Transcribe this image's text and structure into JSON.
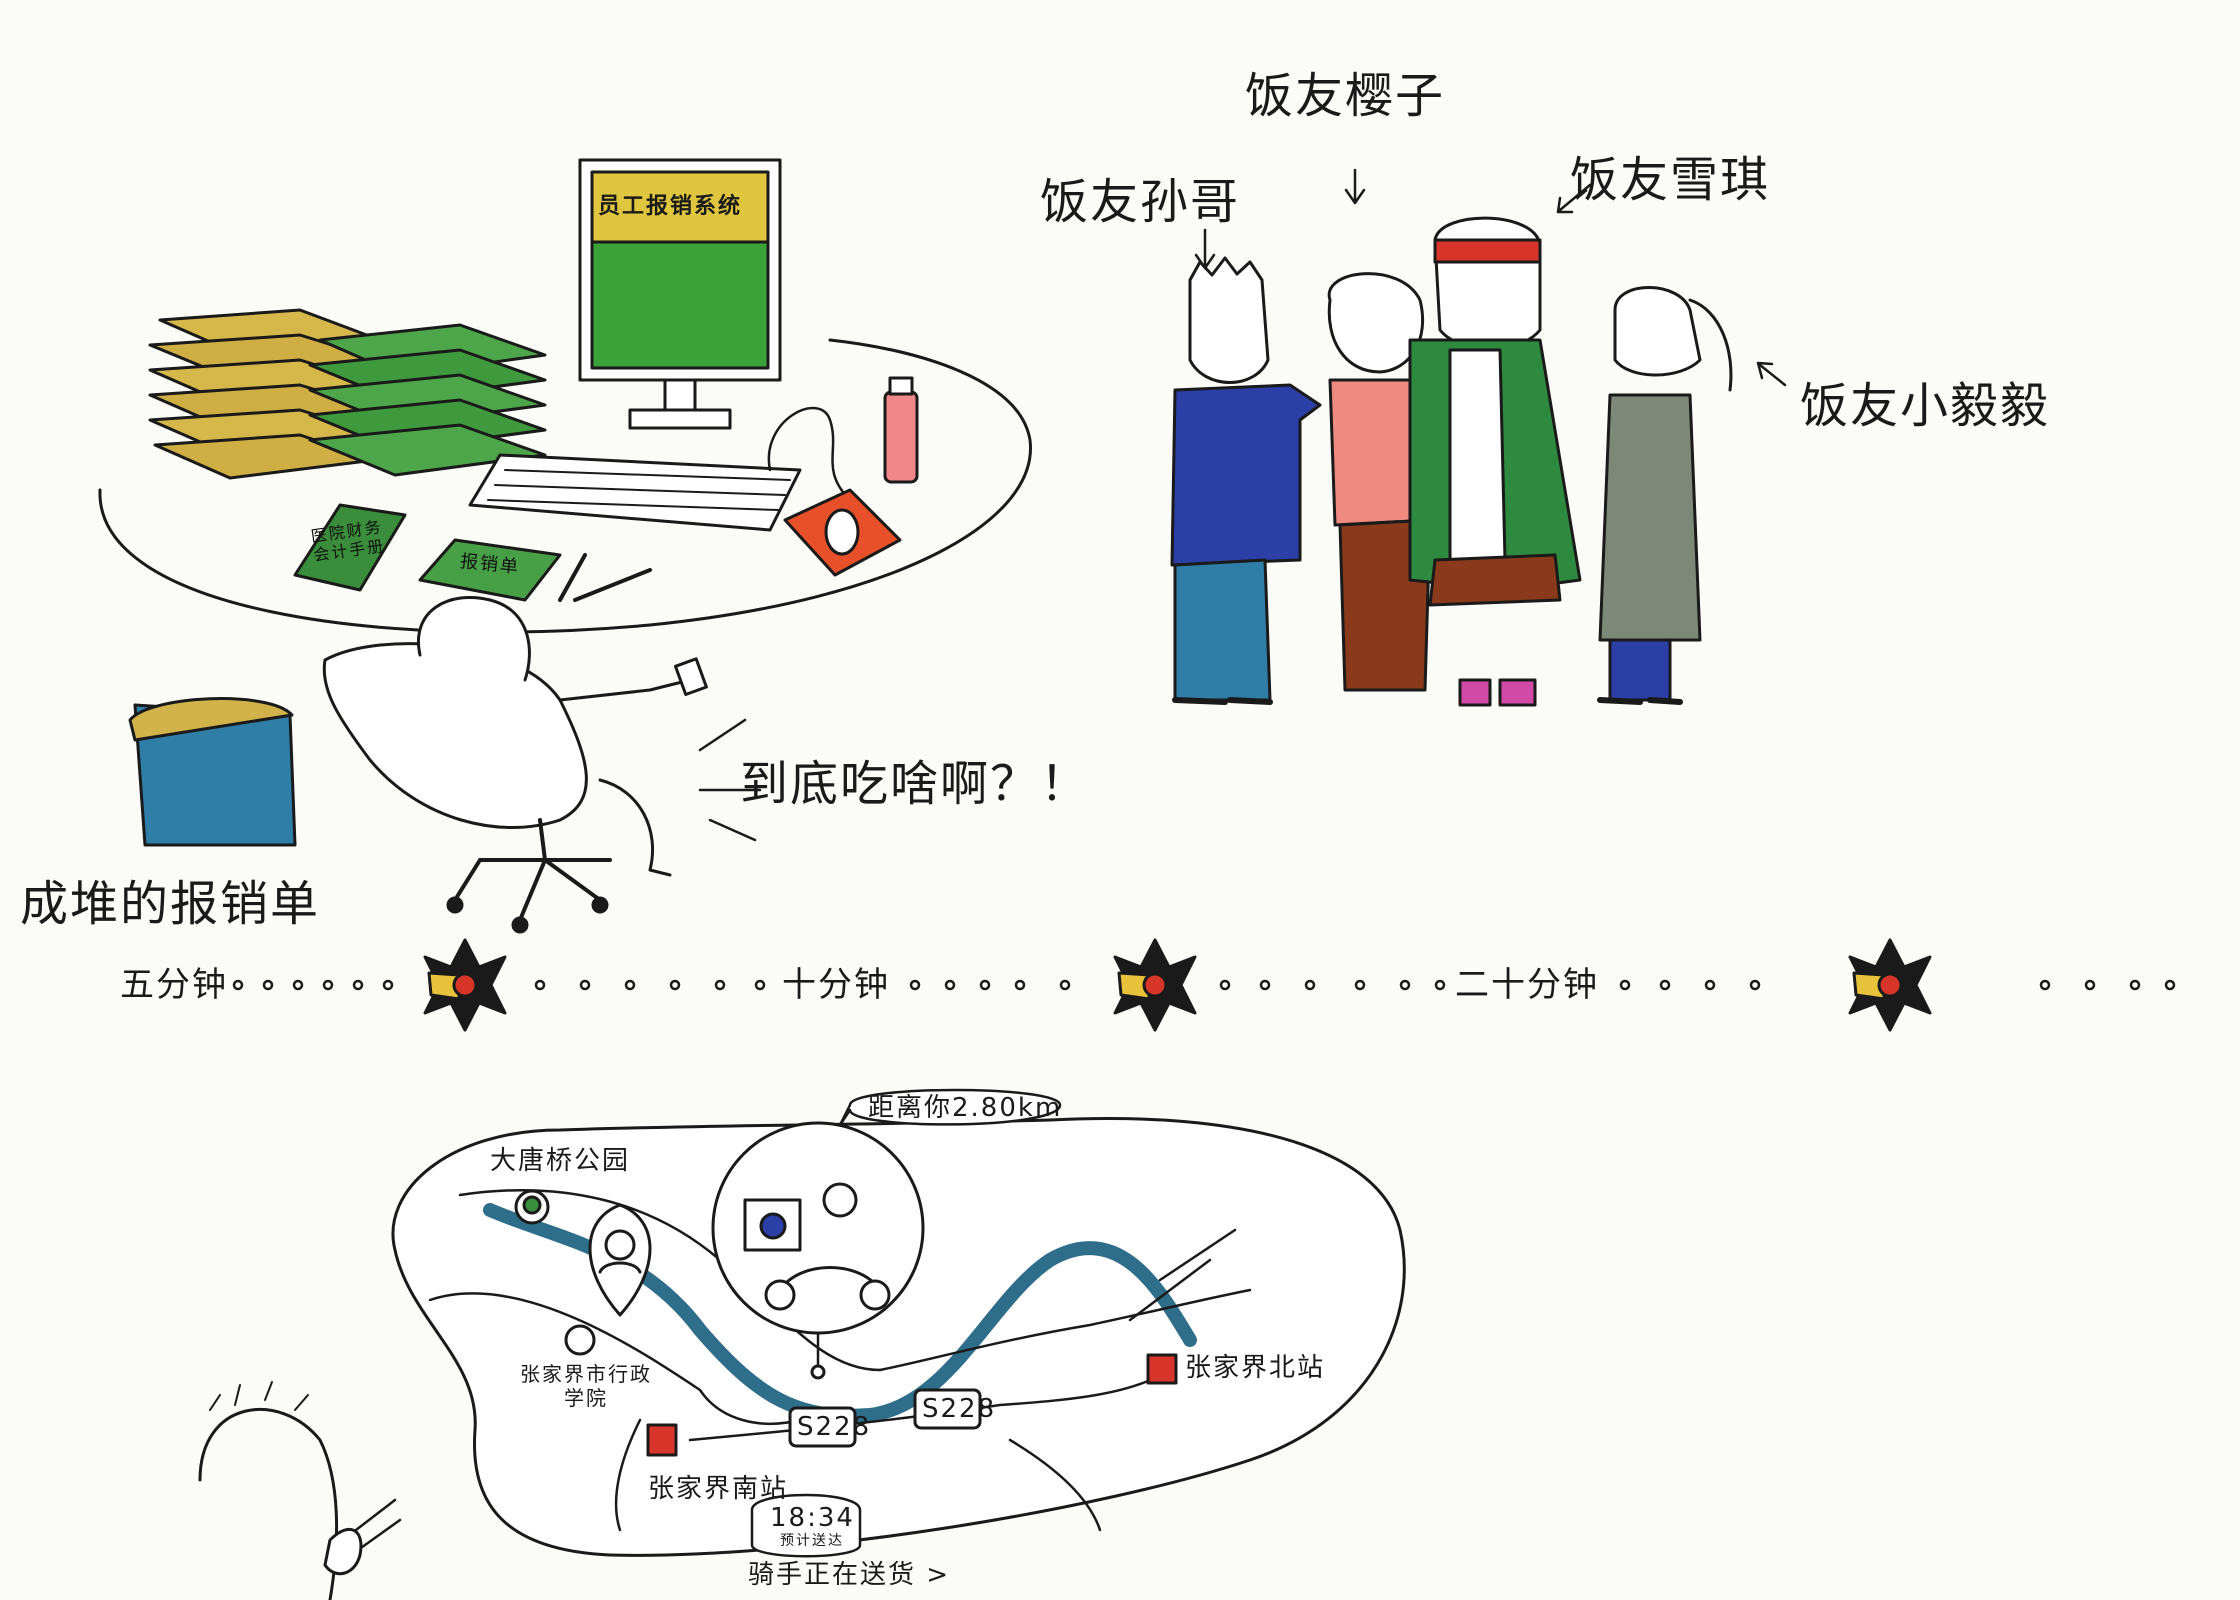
{
  "labels": {
    "system_screen": "员工报销系统",
    "book_1": "医院财务\n会计手册",
    "book_2": "报销单",
    "reimburse_pile": "成堆的报销单",
    "speech": "到底吃啥啊？！",
    "friend_sun": "饭友孙哥",
    "friend_yingzi": "饭友樱子",
    "friend_xueqi": "饭友雪琪",
    "friend_yiyi": "饭友小毅毅"
  },
  "timeline": {
    "five": "五分钟",
    "ten": "十分钟",
    "twenty": "二十分钟"
  },
  "map": {
    "distance": "距离你2.80km",
    "park": "大唐桥公园",
    "school": "张家界市行政\n学院",
    "south_station": "张家界南站",
    "north_station": "张家界北站",
    "road_1": "S228",
    "road_2": "S228",
    "time": "18:34",
    "time_sub": "预计送达",
    "rider_status": "骑手正在送货 >"
  },
  "colors": {
    "green": "#2f9a2f",
    "yellow": "#d9c24a",
    "blue": "#2b3fa6",
    "red": "#d8352a",
    "river": "#2e6e8a"
  }
}
